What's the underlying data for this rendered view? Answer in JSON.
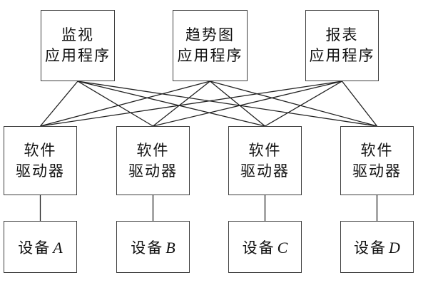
{
  "diagram": {
    "applications": [
      {
        "id": "app-0",
        "line1": "监视",
        "line2": "应用程序"
      },
      {
        "id": "app-1",
        "line1": "趋势图",
        "line2": "应用程序"
      },
      {
        "id": "app-2",
        "line1": "报表",
        "line2": "应用程序"
      }
    ],
    "drivers": [
      {
        "id": "drv-0",
        "line1": "软件",
        "line2": "驱动器"
      },
      {
        "id": "drv-1",
        "line1": "软件",
        "line2": "驱动器"
      },
      {
        "id": "drv-2",
        "line1": "软件",
        "line2": "驱动器"
      },
      {
        "id": "drv-3",
        "line1": "软件",
        "line2": "驱动器"
      }
    ],
    "devices": [
      {
        "id": "dev-0",
        "prefix": "设备",
        "letter": "A"
      },
      {
        "id": "dev-1",
        "prefix": "设备",
        "letter": "B"
      },
      {
        "id": "dev-2",
        "prefix": "设备",
        "letter": "C"
      },
      {
        "id": "dev-3",
        "prefix": "设备",
        "letter": "D"
      }
    ],
    "edges": [
      {
        "from": "app-0",
        "to": "drv-0"
      },
      {
        "from": "app-0",
        "to": "drv-1"
      },
      {
        "from": "app-0",
        "to": "drv-2"
      },
      {
        "from": "app-0",
        "to": "drv-3"
      },
      {
        "from": "app-1",
        "to": "drv-0"
      },
      {
        "from": "app-1",
        "to": "drv-1"
      },
      {
        "from": "app-1",
        "to": "drv-2"
      },
      {
        "from": "app-1",
        "to": "drv-3"
      },
      {
        "from": "app-2",
        "to": "drv-0"
      },
      {
        "from": "app-2",
        "to": "drv-1"
      },
      {
        "from": "app-2",
        "to": "drv-2"
      },
      {
        "from": "app-2",
        "to": "drv-3"
      },
      {
        "from": "drv-0",
        "to": "dev-0"
      },
      {
        "from": "drv-1",
        "to": "dev-1"
      },
      {
        "from": "drv-2",
        "to": "dev-2"
      },
      {
        "from": "drv-3",
        "to": "dev-3"
      }
    ],
    "style": {
      "line_color": "#222222",
      "border_color": "#3f3f3f"
    }
  }
}
